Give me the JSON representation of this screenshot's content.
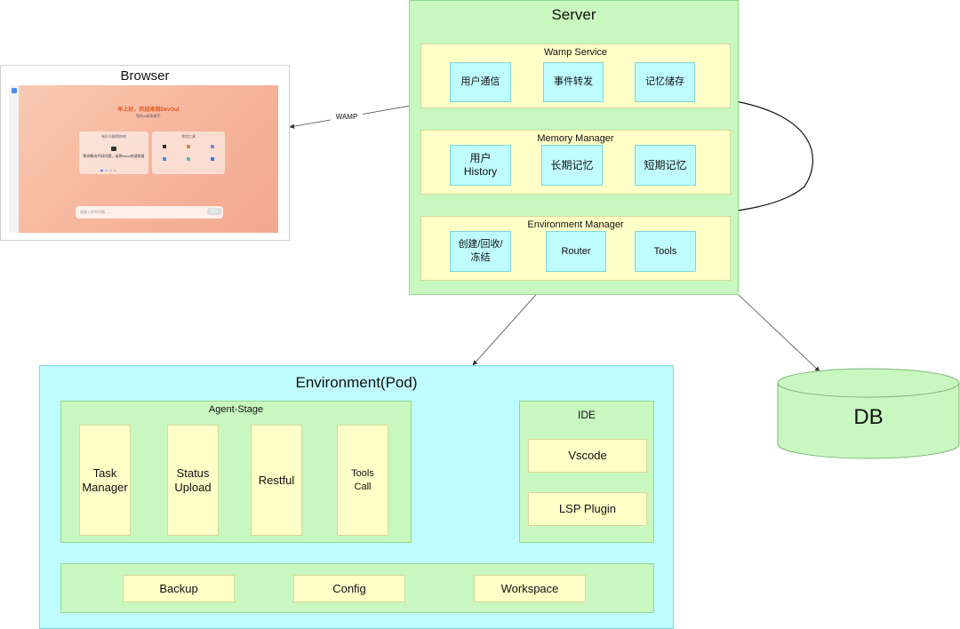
{
  "server": {
    "title": "Server",
    "wamp_service": {
      "title": "Wamp Service",
      "items": [
        "用户通信",
        "事件转发",
        "记忆储存"
      ]
    },
    "memory_manager": {
      "title": "Memory Manager",
      "items": [
        "用户History",
        "长期记忆",
        "短期记忆"
      ]
    },
    "environment_manager": {
      "title": "Environment Manager",
      "items": [
        "创建/回收/冻结",
        "Router",
        "Tools"
      ]
    }
  },
  "browser": {
    "title": "Browser",
    "screenshot": {
      "greeting": "早上好，欢迎来到DevOut",
      "subtitle": "您的AI研发助手",
      "card_left_title": "有什么能帮你的",
      "card_left_text": "帮你解决代码问题，或将issue快速修复",
      "card_right_title": "常用工具",
      "input_placeholder": "请输入你的问题……",
      "send_label": "发送"
    }
  },
  "edge_labels": {
    "wamp": "WAMP"
  },
  "environment": {
    "title": "Environment(Pod)",
    "agent_stage": {
      "title": "Agent-Stage",
      "items": [
        "Task Manager",
        "Status Upload",
        "Restful",
        "Tools Call"
      ]
    },
    "ide": {
      "title": "IDE",
      "items": [
        "Vscode",
        "LSP Plugin"
      ]
    },
    "storage": {
      "items": [
        "Backup",
        "Config",
        "Workspace"
      ]
    }
  },
  "db": {
    "title": "DB"
  },
  "colors": {
    "green": "#c8f7c0",
    "yellow": "#ffffc8",
    "cyan": "#bffcff",
    "db_fill": "#c8f7c0"
  }
}
